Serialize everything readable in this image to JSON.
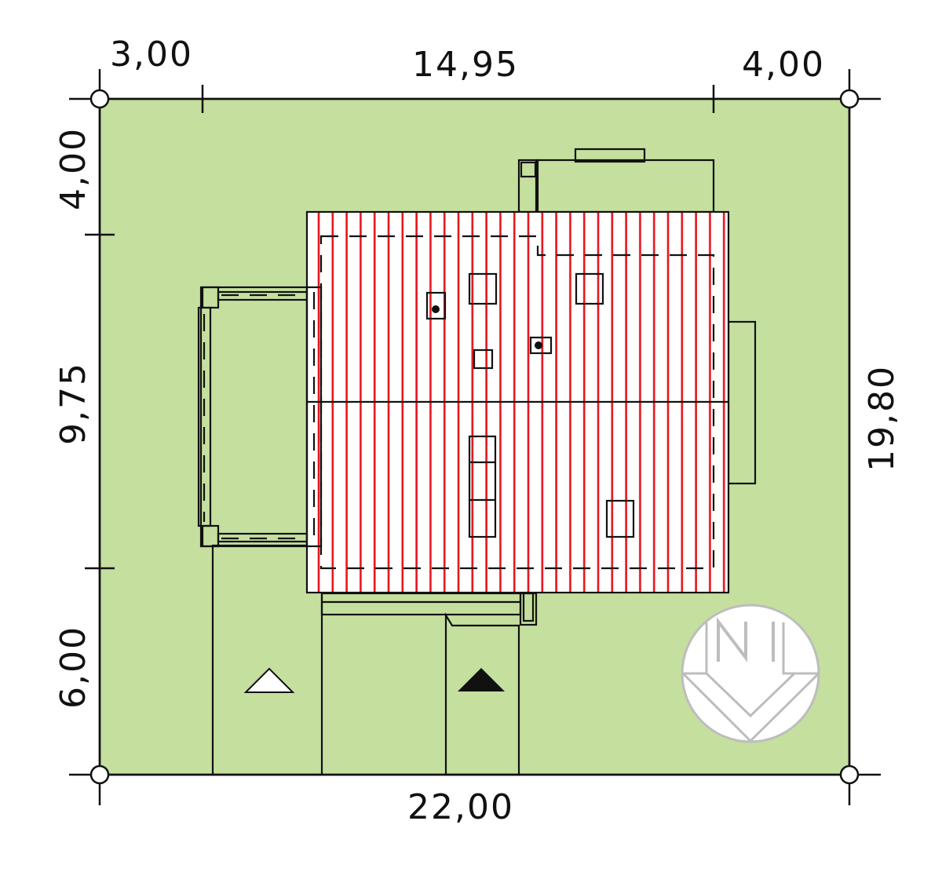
{
  "dimensions": {
    "top_left": "3,00",
    "top_middle": "14,95",
    "top_right": "4,00",
    "bottom": "22,00",
    "left_top": "4,00",
    "left_middle": "9,75",
    "left_bottom": "6,00",
    "right": "19,80"
  },
  "compass": {
    "label": "N"
  },
  "colors": {
    "lawn": "#c5df9e",
    "roof_stripe": "#e8141b",
    "paving": "#ffffff",
    "line": "#111111",
    "compass": "#bdbdbd"
  },
  "icons": {
    "driveway_left": "outline-triangle-icon",
    "driveway_right": "filled-triangle-icon",
    "north": "north-arrow-icon"
  }
}
